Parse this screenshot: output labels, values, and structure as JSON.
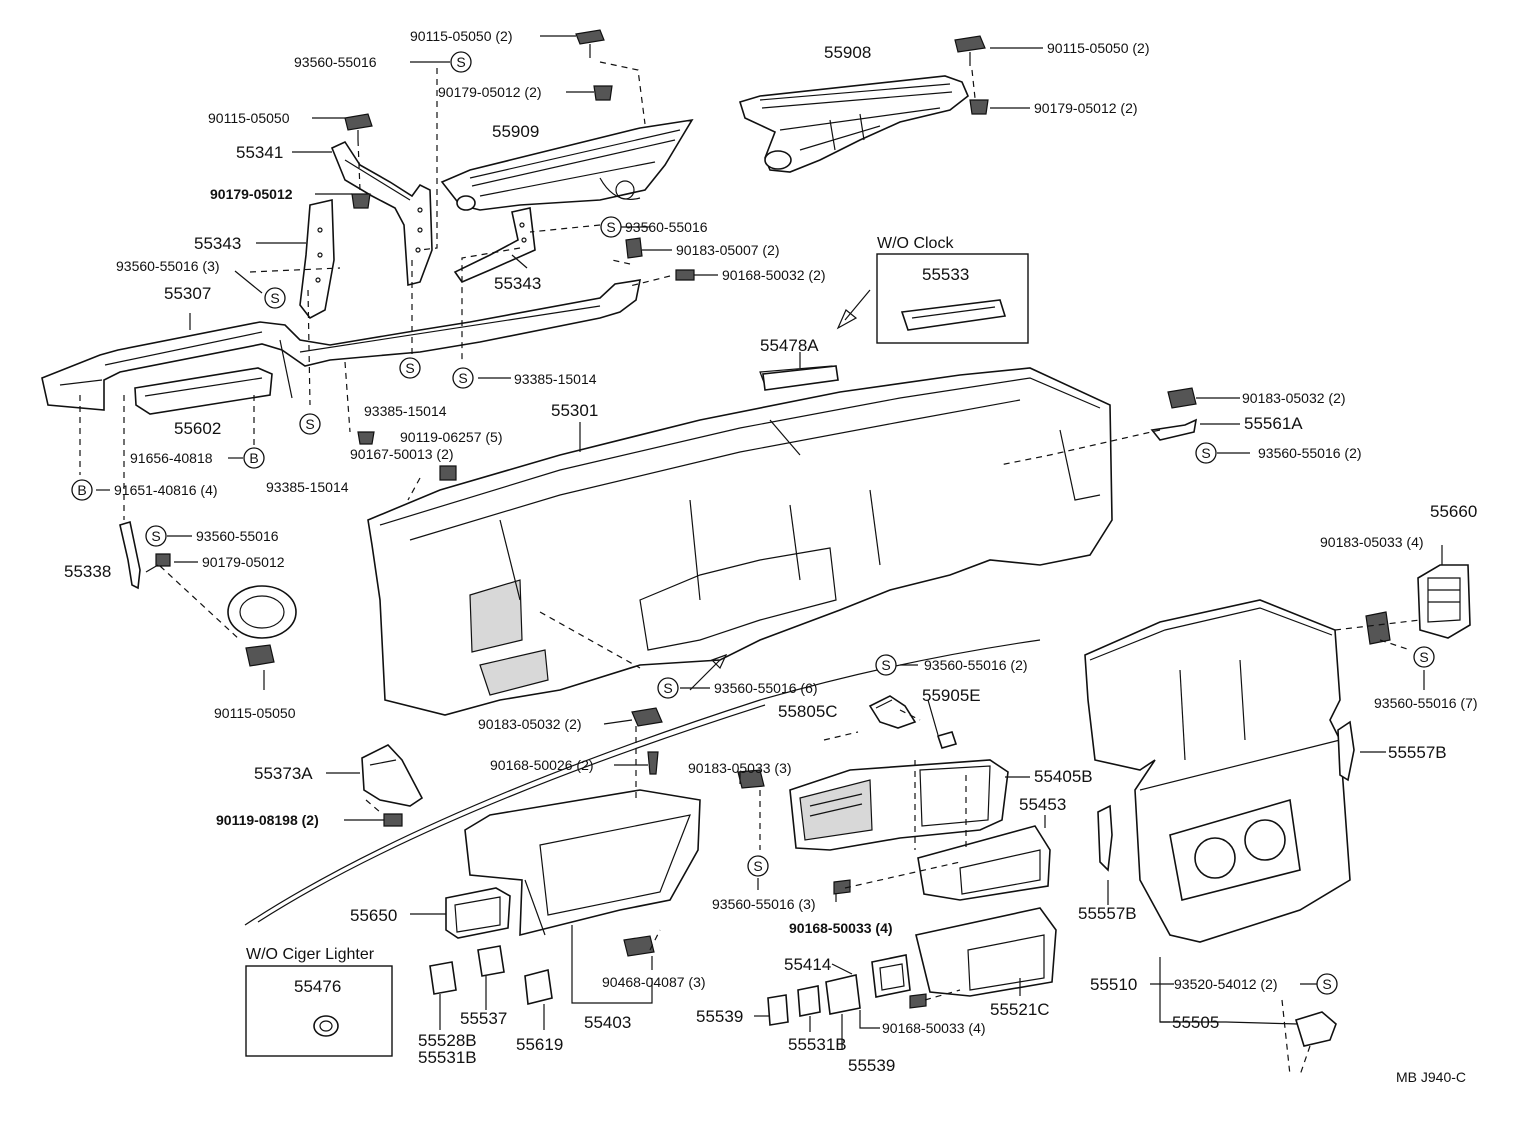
{
  "labels": {
    "p90115_05050_2_a": "90115-05050 (2)",
    "p93560_55016_a": "93560-55016",
    "p90179_05012_2_a": "90179-05012 (2)",
    "p55908": "55908",
    "p90115_05050_2_b": "90115-05050 (2)",
    "p90179_05012_2_b": "90179-05012 (2)",
    "p90115_05050_a": "90115-05050",
    "p55909": "55909",
    "p55341": "55341",
    "p90179_05012_a": "90179-05012",
    "p93560_55016_b": "93560-55016",
    "p55343_a": "55343",
    "p90183_05007_2": "90183-05007 (2)",
    "p93560_55016_3_a": "93560-55016 (3)",
    "p90168_50032_2": "90168-50032 (2)",
    "p55343_b": "55343",
    "p55307": "55307",
    "p55478a": "55478A",
    "p93385_15014_a": "93385-15014",
    "p93385_15014_b": "93385-15014",
    "p55301": "55301",
    "p55602": "55602",
    "p90119_06257_5": "90119-06257 (5)",
    "p91656_40818": "91656-40818",
    "p90167_50013_2": "90167-50013 (2)",
    "p91651_40816_4": "91651-40816 (4)",
    "p93385_15014_c": "93385-15014",
    "p90183_05032_2_a": "90183-05032 (2)",
    "p55561a": "55561A",
    "p93560_55016_2_a": "93560-55016 (2)",
    "p93560_55016_c": "93560-55016",
    "p55338": "55338",
    "p90179_05012_b": "90179-05012",
    "p55660": "55660",
    "p90183_05033_4": "90183-05033 (4)",
    "p93560_55016_2_b": "93560-55016 (2)",
    "p55805c": "55805C",
    "p55905e": "55905E",
    "p93560_55016_6": "93560-55016 (6)",
    "p90115_05050_b": "90115-05050",
    "p90183_05032_2_b": "90183-05032 (2)",
    "p93560_55016_7": "93560-55016 (7)",
    "p55373a": "55373A",
    "p90168_50026_2": "90168-50026 (2)",
    "p90183_05033_3": "90183-05033 (3)",
    "p55405b": "55405B",
    "p55557b_a": "55557B",
    "p90119_08198_2": "90119-08198 (2)",
    "p55453": "55453",
    "p93560_55016_3_b": "93560-55016 (3)",
    "p90168_50033_4_a": "90168-50033 (4)",
    "p55557b_b": "55557B",
    "p55650": "55650",
    "p90468_04087_3": "90468-04087 (3)",
    "p55414": "55414",
    "p55510": "55510",
    "p93520_54012_2": "93520-54012 (2)",
    "p55476": "55476",
    "p55537": "55537",
    "p55403": "55403",
    "p55539_a": "55539",
    "p90168_50033_4_b": "90168-50033 (4)",
    "p55521c": "55521C",
    "p55505": "55505",
    "p55528b": "55528B",
    "p55531b_a": "55531B",
    "p55619": "55619",
    "p55531b_b": "55531B",
    "p55539_b": "55539",
    "p55533": "55533"
  },
  "boxes": {
    "wo_clock": "W/O Clock",
    "wo_ciger_lighter": "W/O Ciger Lighter"
  },
  "symbols": {
    "s": "S",
    "b": "B"
  },
  "footer": {
    "code": "MB  J940-C"
  }
}
